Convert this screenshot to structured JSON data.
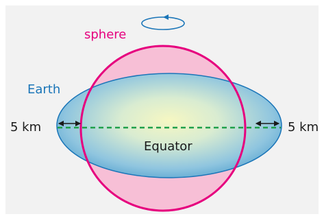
{
  "labels": {
    "sphere": "sphere",
    "earth": "Earth",
    "equator": "Equator",
    "distance_left": "5 km",
    "distance_right": "5 km"
  },
  "colors": {
    "background_panel": "#f2f2f2",
    "sphere_outline": "#e6007e",
    "sphere_fill": "#f7bfd6",
    "earth_outline": "#1a75b8",
    "earth_fill_center": "#f6f7c2",
    "earth_fill_edge": "#4f9fce",
    "equator_line": "#1fa04a",
    "rotation_arrow": "#1a75b8",
    "text": "#1a1a1a"
  },
  "icons": {
    "rotation": "rotation-arrow-icon",
    "distance": "double-headed-arrow-icon"
  }
}
